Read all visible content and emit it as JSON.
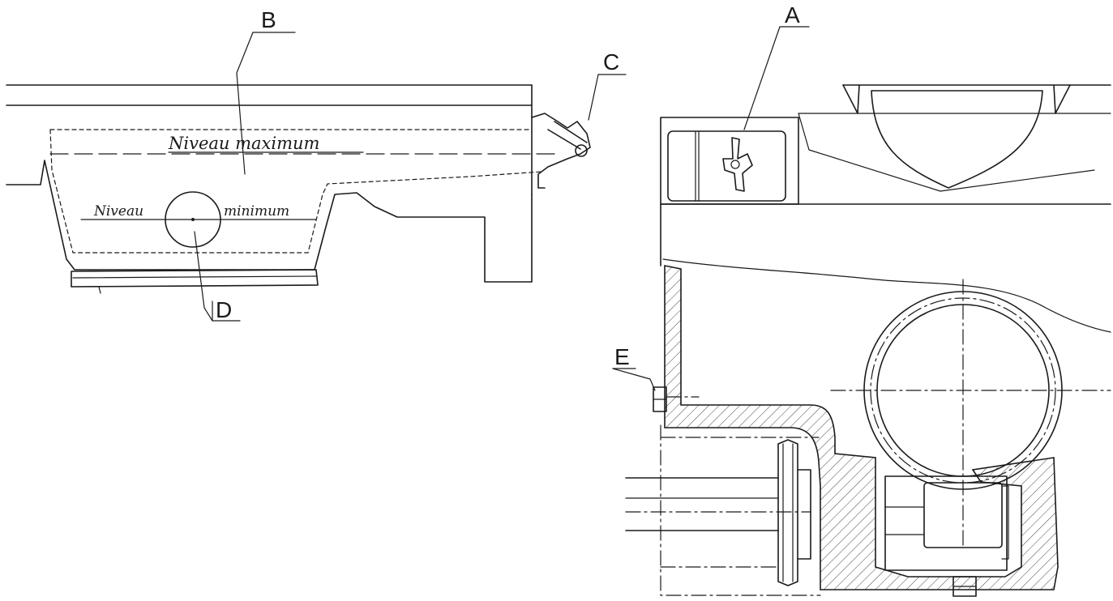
{
  "labels": {
    "a": "A",
    "b": "B",
    "c": "C",
    "d": "D",
    "e": "E"
  },
  "annotations": {
    "max_level": "Niveau maximum",
    "min_level_left": "Niveau",
    "min_level_right": "minimum"
  }
}
